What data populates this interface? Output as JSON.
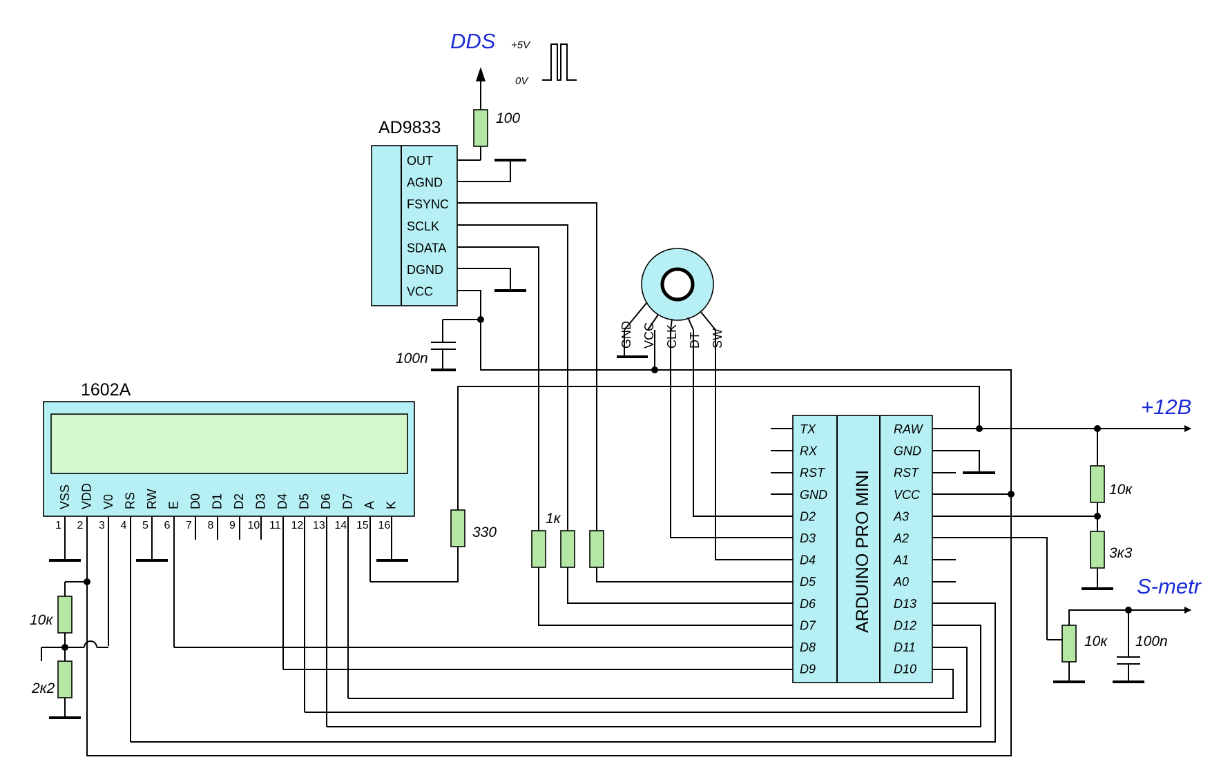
{
  "title_labels": {
    "dds": "DDS",
    "v5": "+5V",
    "v0": "0V",
    "plus12": "+12B",
    "smeter": "S-metr"
  },
  "ad9833": {
    "name": "AD9833",
    "pins": [
      "OUT",
      "AGND",
      "FSYNC",
      "SCLK",
      "SDATA",
      "DGND",
      "VCC"
    ]
  },
  "lcd": {
    "name": "1602A",
    "pins": [
      "VSS",
      "VDD",
      "V0",
      "RS",
      "RW",
      "E",
      "D0",
      "D1",
      "D2",
      "D3",
      "D4",
      "D5",
      "D6",
      "D7",
      "A",
      "K"
    ],
    "numbers": [
      "1",
      "2",
      "3",
      "4",
      "5",
      "6",
      "7",
      "8",
      "9",
      "10",
      "11",
      "12",
      "13",
      "14",
      "15",
      "16"
    ]
  },
  "encoder": {
    "pins": [
      "GND",
      "VCC",
      "CLK",
      "DT",
      "SW"
    ]
  },
  "arduino": {
    "name": "ARDUINO PRO MINI",
    "left_pins": [
      "TX",
      "RX",
      "RST",
      "GND",
      "D2",
      "D3",
      "D4",
      "D5",
      "D6",
      "D7",
      "D8",
      "D9"
    ],
    "right_pins": [
      "RAW",
      "GND",
      "RST",
      "VCC",
      "A3",
      "A2",
      "A1",
      "A0",
      "D13",
      "D12",
      "D11",
      "D10"
    ]
  },
  "components": {
    "r_out": "100",
    "c_vcc": "100n",
    "r_backlight": "330",
    "r_1k": "1к",
    "r_contrast_top": "10к",
    "r_contrast_pot": "2к2",
    "r_div_top": "10к",
    "r_div_bot": "3к3",
    "r_smeter_pot": "10к",
    "c_smeter": "100n"
  },
  "colors": {
    "chip_fill": "#b6f0f4",
    "lcd_window": "#d4f7cc",
    "resistor_fill": "#b4e6a4",
    "net_label": "#1a2bd6"
  }
}
